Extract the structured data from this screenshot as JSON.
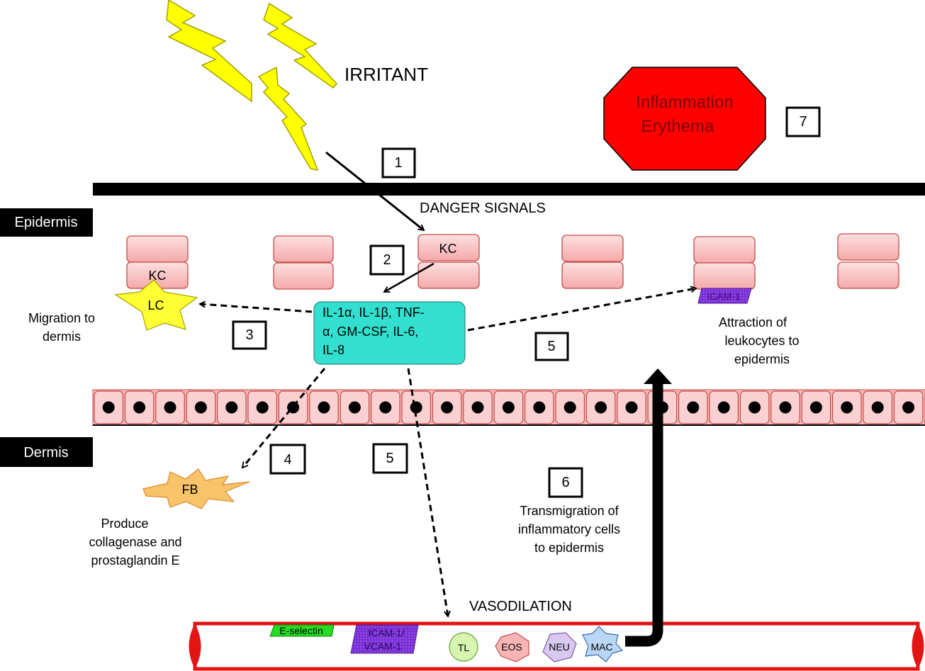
{
  "irritant": "IRRITANT",
  "inflammation": {
    "line1": "Inflammation",
    "line2": "Erythema"
  },
  "danger_signals": "DANGER SIGNALS",
  "layers": {
    "epidermis": "Epidermis",
    "dermis": "Dermis"
  },
  "steps": {
    "s1": "1",
    "s2": "2",
    "s3": "3",
    "s4": "4",
    "s5a": "5",
    "s5b": "5",
    "s6": "6",
    "s7": "7"
  },
  "cells": {
    "kc_left": "KC",
    "kc_center": "KC",
    "lc": "LC",
    "fb": "FB"
  },
  "cytokines": {
    "line1": "IL-1α, IL-1β, TNF-",
    "line2": "α, GM-CSF, IL-6,",
    "line3": "IL-8"
  },
  "icam_epidermis": "ICAM-1",
  "migration": {
    "line1": "Migration to",
    "line2": "dermis"
  },
  "attraction": {
    "line1": "Attraction of",
    "line2": "leukocytes to",
    "line3": "epidermis"
  },
  "produce": {
    "line1": "Produce",
    "line2": "collagenase and",
    "line3": "prostaglandin E"
  },
  "transmigration": {
    "line1": "Transmigration of",
    "line2": "inflammatory cells",
    "line3": "to epidermis"
  },
  "vasodilation": "VASODILATION",
  "vessel": {
    "e_selectin": "E-selectin",
    "icam_vcam_1": "ICAM-1/",
    "icam_vcam_2": "VCAM-1",
    "tl": "TL",
    "eos": "EOS",
    "neu": "NEU",
    "mac": "MAC"
  },
  "colors": {
    "lightning": "#ffff00",
    "stop_sign": "#ff0000",
    "keratinocyte": "#f7b7b7",
    "cytokine_box": "#33e0cf",
    "lc_star": "#ffff33",
    "fb_burst": "#f9c36a",
    "vessel_border": "#e31414",
    "e_selectin": "#22dd22",
    "icam_vcam": "#7a2fd6"
  }
}
